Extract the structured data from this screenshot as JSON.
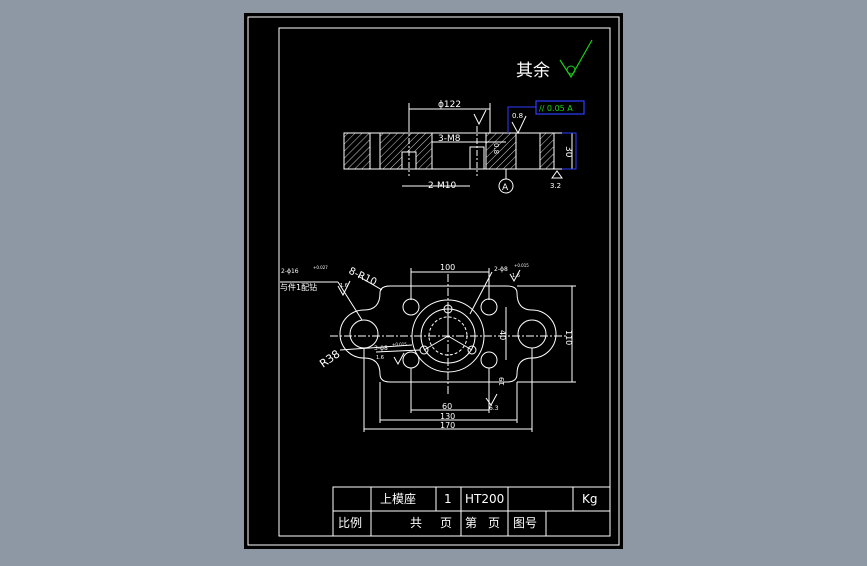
{
  "viewport": {
    "background": "#8e98a4",
    "sheet_color": "#000000",
    "line_color": "#ffffff",
    "dimension_color": "#ffffff",
    "accent_green": "#19d219",
    "accent_blue": "#2f3cff"
  },
  "roughness_note": {
    "label": "其余"
  },
  "front_view": {
    "dim_diameter": "ϕ122",
    "thread_holes": "3-M8",
    "bottom_holes": "2-M10",
    "flatness_frame": "// 0.05 A",
    "roughness_top": "0.8",
    "roughness_right": "0.8",
    "datum": "A",
    "height_dim": "30",
    "roughness_small": "3.2"
  },
  "plan_view": {
    "corner_radius": "8-R10",
    "boss_radius": "R38",
    "fit_note": "与件1配钻",
    "pin_hole_note": "2-ϕ16",
    "pin_hole_tol": "+0.027",
    "pin_roughness": "1.6",
    "hole_note_top": "2-ϕ8",
    "hole_note_top_tol": "+0.015",
    "hole_roughness": "1.6",
    "small_hole_note": "3-ϕ8",
    "small_hole_tol": "+0.015",
    "small_roughness": "1.6",
    "dim_100": "100",
    "dim_60": "60",
    "dim_130": "130",
    "dim_170": "170",
    "dim_110": "110",
    "dim_40": "40",
    "dim_19": "19",
    "bottom_roughness": "6.3"
  },
  "title_block": {
    "part_name": "上模座",
    "quantity": "1",
    "material": "HT200",
    "unit": "Kg",
    "scale_label": "比例",
    "total_label": "共",
    "page_label": "页",
    "sheet_label": "第",
    "page_label2": "页",
    "drawing_no_label": "图号"
  }
}
